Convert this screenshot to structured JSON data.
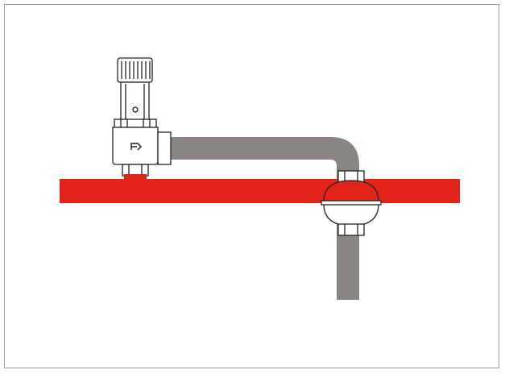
{
  "diagram": {
    "colors": {
      "main_pipe": "#e2231a",
      "connector_pipe": "#8a8583",
      "outline": "#222222",
      "valve_body": "#ffffff",
      "frame_border": "#9a9a9a"
    },
    "components": [
      {
        "name": "main-pipe",
        "label": ""
      },
      {
        "name": "valve",
        "label": ""
      },
      {
        "name": "connector-pipe",
        "label": ""
      },
      {
        "name": "expansion-vessel",
        "label": ""
      }
    ]
  }
}
